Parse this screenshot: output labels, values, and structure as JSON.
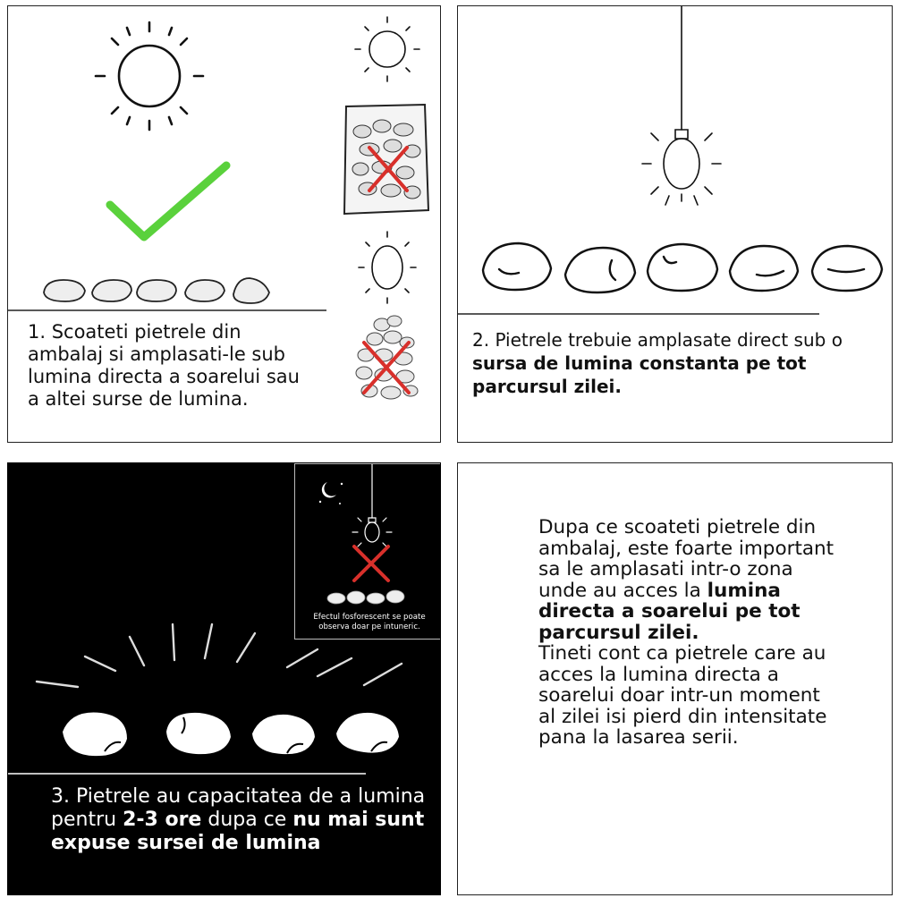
{
  "panels": [
    {
      "id": "panel-1",
      "text": "1. Scoateti pietrele din ambalaj si amplasati-le sub lumina directa a soarelui sau a altei surse de lumina."
    },
    {
      "id": "panel-2",
      "text_plain": "2. Pietrele trebuie amplasate direct sub o ",
      "text_bold": "sursa de lumina constanta pe tot parcursul zilei."
    },
    {
      "id": "panel-3",
      "text_1": "3. Pietrele au capacitatea de a lumina pentru ",
      "text_2": "2-3 ore",
      "text_3": " dupa ce ",
      "text_4": "nu mai sunt expuse sursei de lumina",
      "inset_caption": "Efectul fosforescent se poate observa doar pe intuneric."
    },
    {
      "id": "panel-4",
      "text_1": "Dupa ce scoateti pietrele din ambalaj, este foarte important sa le amplasati intr-o zona unde au acces la ",
      "text_bold": "lumina directa a soarelui pe tot parcursul zilei.",
      "text_2": "Tineti cont ca pietrele care au acces la lumina directa a soarelui doar intr-un moment al zilei isi pierd din intensitate pana la lasarea serii."
    }
  ],
  "icons": [
    "sun-icon",
    "checkmark-icon",
    "stone-bag-icon",
    "cross-icon",
    "light-bulb-icon",
    "moon-icon",
    "stone-icon"
  ],
  "colors": {
    "check": "#5ad13c",
    "cross": "#d8302b",
    "night": "#000000"
  }
}
